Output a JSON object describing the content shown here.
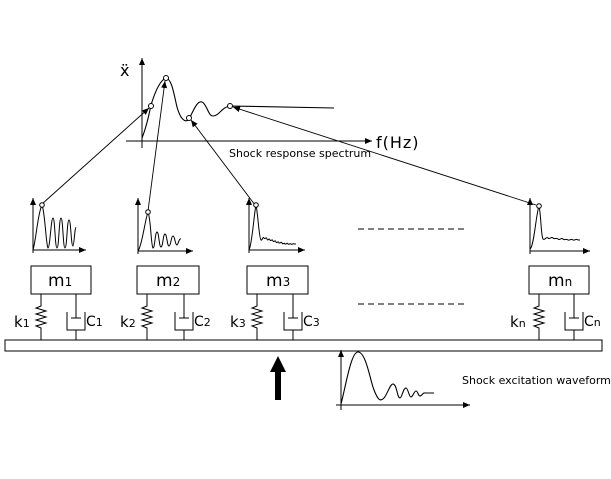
{
  "spectrum": {
    "y_axis_label": "ẍ",
    "x_axis_label": "f(Hz)",
    "caption": "Shock response spectrum"
  },
  "oscillators": [
    {
      "mass_label": "m",
      "mass_sub": "1",
      "spring_label": "k",
      "spring_sub": "1",
      "damper_label": "C",
      "damper_sub": "1"
    },
    {
      "mass_label": "m",
      "mass_sub": "2",
      "spring_label": "k",
      "spring_sub": "2",
      "damper_label": "C",
      "damper_sub": "2"
    },
    {
      "mass_label": "m",
      "mass_sub": "3",
      "spring_label": "k",
      "spring_sub": "3",
      "damper_label": "C",
      "damper_sub": "3"
    },
    {
      "mass_label": "m",
      "mass_sub": "n",
      "spring_label": "k",
      "spring_sub": "n",
      "damper_label": "C",
      "damper_sub": "n"
    }
  ],
  "excitation": {
    "caption": "Shock excitation waveform"
  },
  "colors": {
    "ink": "#000000",
    "background": "#ffffff"
  }
}
